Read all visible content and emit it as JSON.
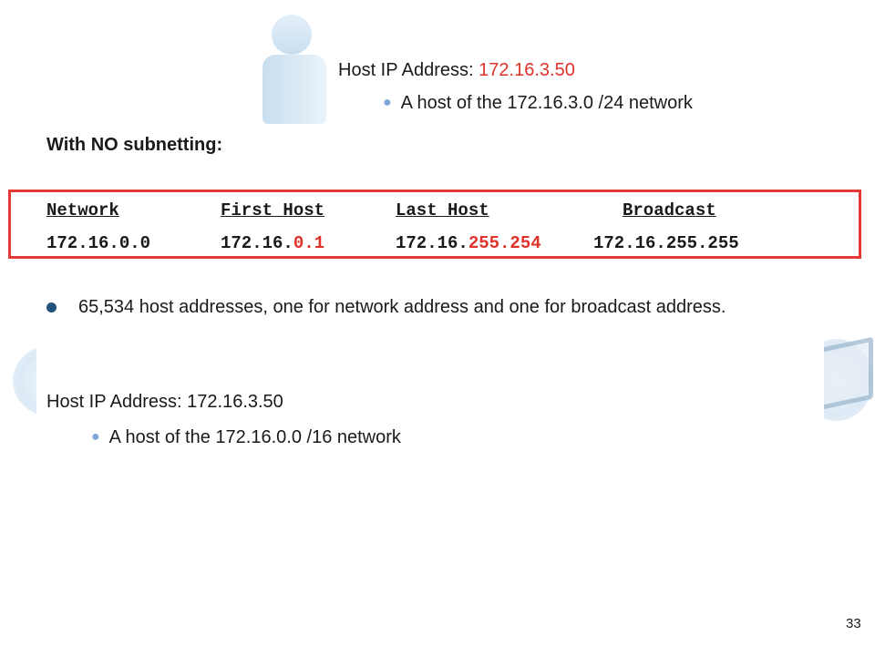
{
  "top": {
    "host_label": "Host IP Address: ",
    "host_ip": "172.16.3.50",
    "sub_bullet": "A host of the 172.16.3.0 /24 network"
  },
  "heading": "With NO subnetting:",
  "table": {
    "headers": [
      "Network",
      "First Host",
      "Last Host",
      "Broadcast"
    ],
    "network": "172.16.0.0",
    "first_host_prefix": "172.16.",
    "first_host_suffix": "0.1",
    "last_host_prefix": "172.16.",
    "last_host_suffix": "255.254",
    "broadcast": "172.16.255.255"
  },
  "bullet": "65,534 host addresses, one for network address and one for broadcast address.",
  "bottom": {
    "host_line": "Host IP Address: 172.16.3.50",
    "sub_bullet": "A host of the 172.16.0.0 /16 network"
  },
  "page_number": "33",
  "colors": {
    "highlight": "#e0322b",
    "box_border": "#e53935",
    "bullet": "#23527c"
  }
}
